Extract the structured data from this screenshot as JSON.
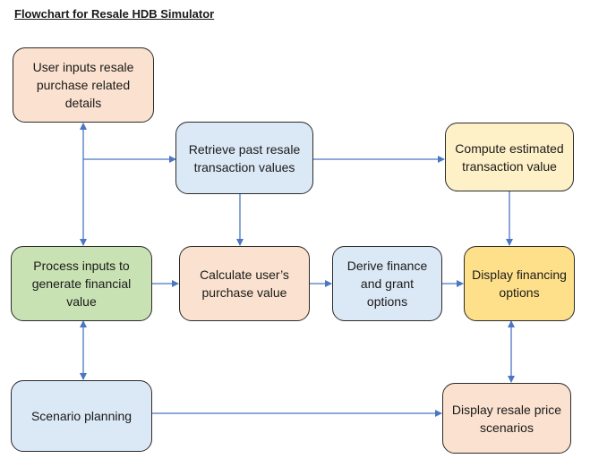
{
  "title": "Flowchart for Resale HDB Simulator",
  "colors": {
    "peach": "#fbe1cf",
    "blue": "#dbe8f6",
    "yellow_light": "#fff1c7",
    "yellow": "#ffe08a",
    "green": "#c9e2b3",
    "arrow": "#4a76c2",
    "border": "#2b2b2b"
  },
  "nodes": {
    "user_inputs": "User inputs resale purchase related details",
    "retrieve": "Retrieve past resale transaction values",
    "compute": "Compute estimated transaction value",
    "process": "Process inputs to generate financial value",
    "calculate": "Calculate user’s purchase value",
    "derive": "Derive finance and grant options",
    "display_financing": "Display financing options",
    "scenario": "Scenario planning",
    "display_resale": "Display resale price scenarios"
  }
}
